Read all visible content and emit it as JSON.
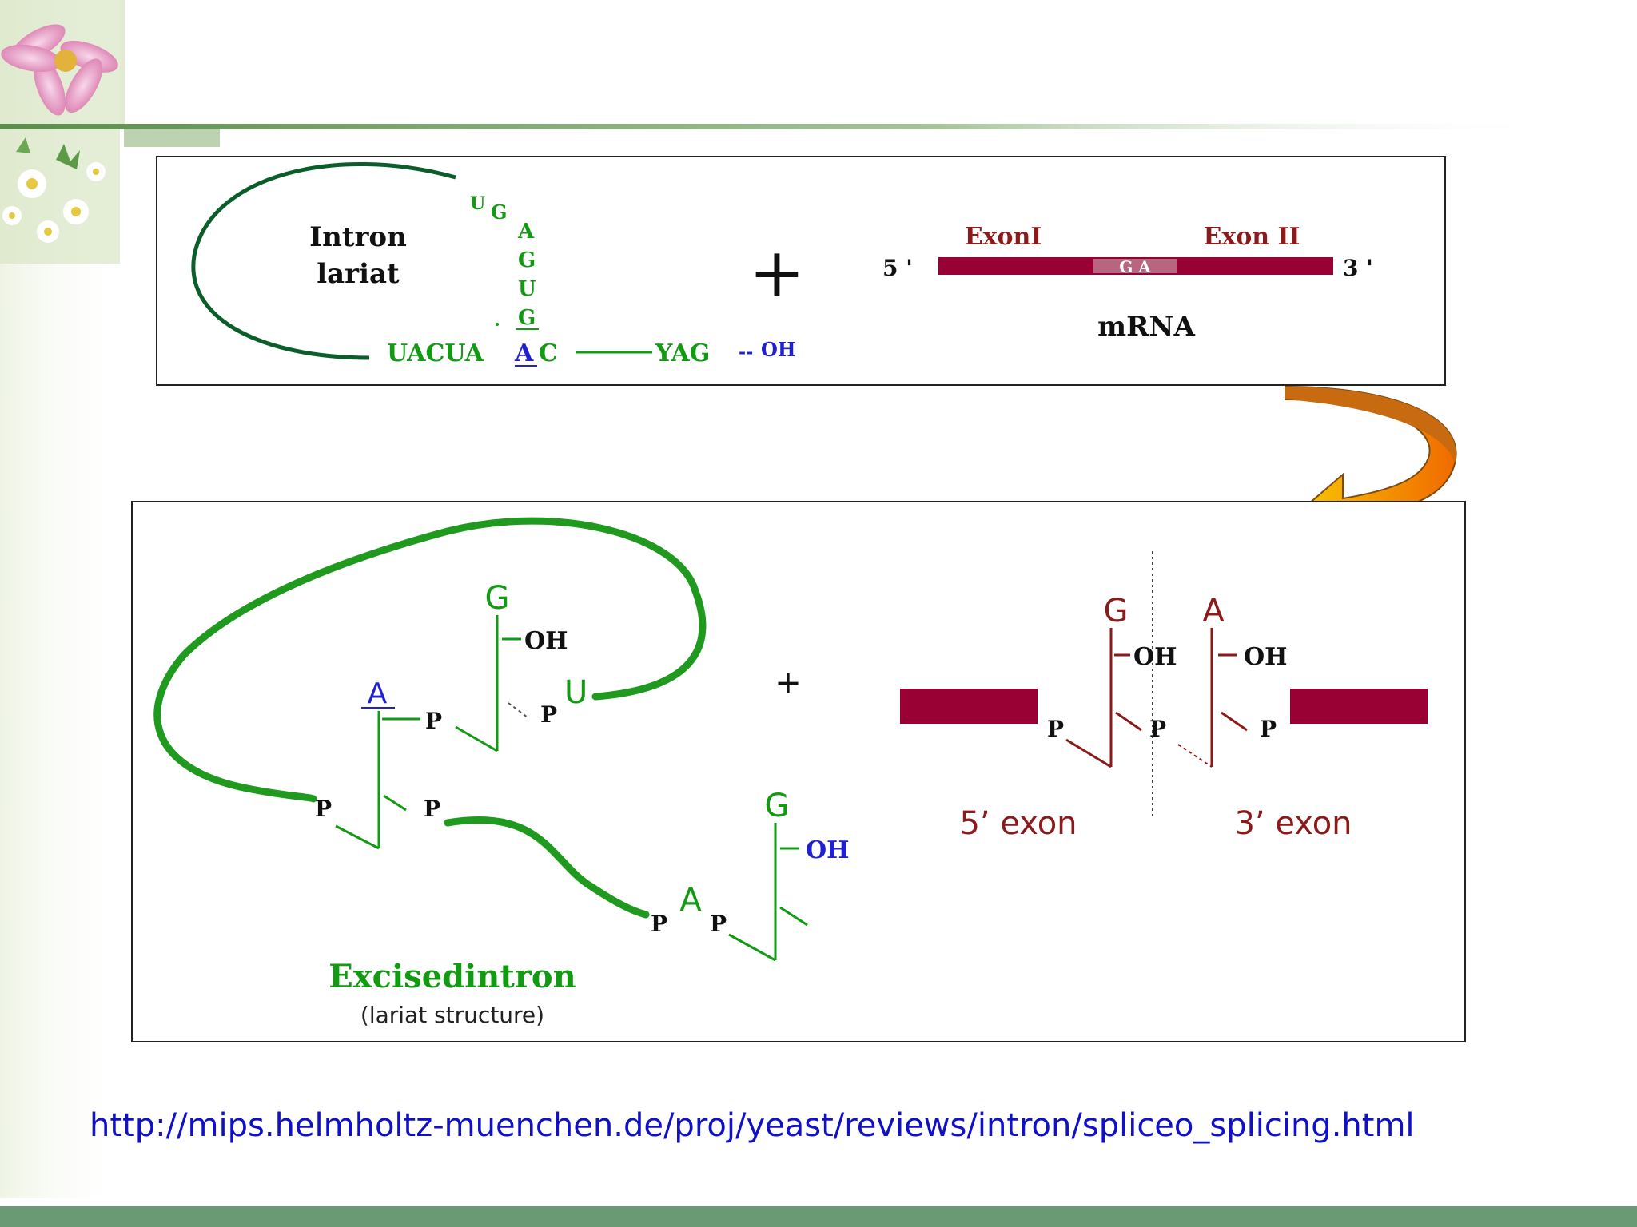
{
  "colors": {
    "green": "#139a13",
    "blue": "#2020d0",
    "maroon": "#990033",
    "dark_red": "#8b1a1a",
    "orange": "#f08a00",
    "link": "#1010c8",
    "footer": "#6a9a73"
  },
  "top_panel": {
    "lariat_label_line1": "Intron",
    "lariat_label_line2": "lariat",
    "seq_u": "U",
    "seq_g1": "G",
    "seq_a": "A",
    "seq_g2": "G",
    "seq_u2": "U",
    "seq_g3": "G",
    "branch_left": "UACUA",
    "branch_a": "A",
    "branch_c": "C",
    "yag": "YAG",
    "oh_dash": "--",
    "oh": "OH",
    "plus": "+",
    "five_prime": "5 '",
    "three_prime": "3 '",
    "exon1": "ExonI",
    "exon2": "Exon II",
    "junction": "G A",
    "mrna": "mRNA"
  },
  "bottom_panel": {
    "g_top": "G",
    "oh_top": "OH",
    "a_branch": "A",
    "p": "P",
    "u_end": "U",
    "g_right": "G",
    "oh_right": "OH",
    "a_lower": "A",
    "excised_title": "Excisedintron",
    "excised_sub": "(lariat structure)",
    "plus": "+",
    "g_exon": "G",
    "a_exon": "A",
    "oh_exon1": "OH",
    "oh_exon2": "OH",
    "five_exon": "5’ exon",
    "three_exon": "3’ exon"
  },
  "footer": {
    "url": "http://mips.helmholtz-muenchen.de/proj/yeast/reviews/intron/spliceo_splicing.html"
  }
}
